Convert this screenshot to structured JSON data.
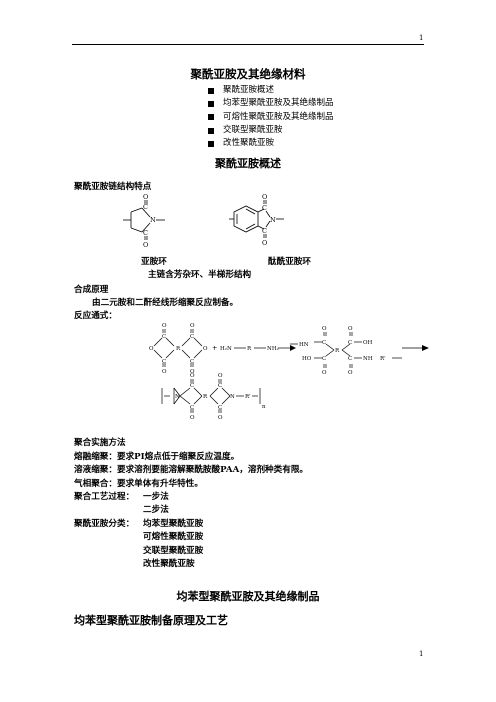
{
  "header": {
    "page_number": "1"
  },
  "footer": {
    "page_number": "1"
  },
  "doc": {
    "title": "聚酰亚胺及其绝缘材料",
    "toc": [
      "聚酰亚胺概述",
      "均苯型聚酰亚胺及其绝缘制品",
      "可熔性聚酰亚胺及其绝缘制品",
      "交联型聚酰亚胺",
      "改性聚酰亚胺"
    ],
    "overview": {
      "heading": "聚酰亚胺概述",
      "chain_features": "聚酰亚胺链结构特点",
      "struct1_label": "亚胺环",
      "struct2_label": "酞酰亚胺环",
      "main_chain": "主链含芳杂环、半梯形结构",
      "synthesis_title": "合成原理",
      "synthesis_text": "由二元胺和二酐经线形缩聚反应制备。",
      "reaction_title": "反应通式："
    },
    "chem": {
      "O": "O",
      "N": "N",
      "C": "C",
      "R": "R",
      "H2N": "H₂N",
      "NH2": "NH₂",
      "plus": "+",
      "HN": "HN",
      "HO": "HO",
      "OH": "OH",
      "NH": "NH",
      "Rp": "R'",
      "n": "n"
    },
    "methods": {
      "title": "聚合实施方法",
      "melt": "熔融缩聚：要求PI熔点低于缩聚反应温度。",
      "solution": "溶液缩聚：要求溶剂要能溶解聚酰胺酸PAA，溶剂种类有限。",
      "gas": "气相聚合：要求单体有升华特性。",
      "process_label": "聚合工艺过程：",
      "process_1": "一步法",
      "process_2": "二步法",
      "class_label": "聚酰亚胺分类：",
      "classes": [
        "均苯型聚酰亚胺",
        "可熔性聚酰亚胺",
        "交联型聚酰亚胺",
        "改性聚酰亚胺"
      ]
    },
    "section2": {
      "heading": "均苯型聚酰亚胺及其绝缘制品",
      "sub": "均苯型聚酰亚胺制备原理及工艺"
    }
  }
}
